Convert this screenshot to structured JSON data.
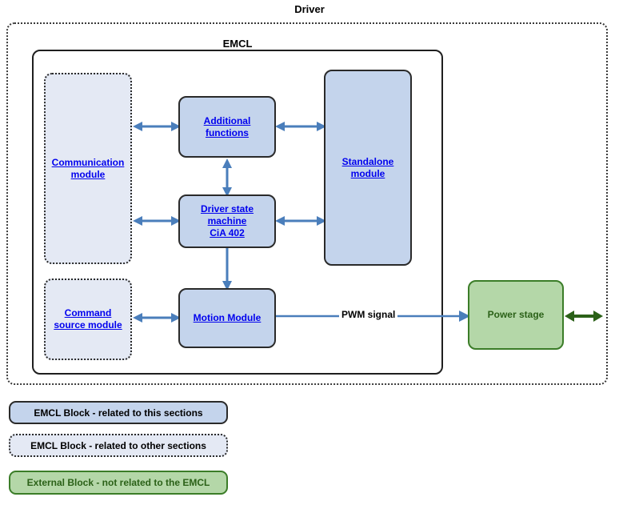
{
  "diagram": {
    "outer_title": "Driver",
    "inner_title": "EMCL",
    "blocks": [
      {
        "id": "communication-module",
        "label": "Communication \nmodule",
        "style": "dotted-blue"
      },
      {
        "id": "command-source-module",
        "label": "Command \nsource module",
        "style": "dotted-blue"
      },
      {
        "id": "additional-functions",
        "label": "Additional \nfunctions",
        "style": "solid-blue"
      },
      {
        "id": "driver-state-machine",
        "label": "Driver state \nmachine \nCiA 402",
        "style": "solid-blue"
      },
      {
        "id": "motion-module",
        "label": "Motion Module",
        "style": "solid-blue"
      },
      {
        "id": "standalone-module",
        "label": "Standalone \nmodule",
        "style": "solid-blue"
      },
      {
        "id": "power-stage",
        "label": "Power stage",
        "style": "solid-green"
      }
    ],
    "edges": [
      {
        "id": "communication-to-additional",
        "label": ""
      },
      {
        "id": "communication-to-statemachine",
        "label": ""
      },
      {
        "id": "additional-to-standalone",
        "label": ""
      },
      {
        "id": "statemachine-to-standalone",
        "label": ""
      },
      {
        "id": "additional-to-statemachine",
        "label": ""
      },
      {
        "id": "statemachine-to-motion",
        "label": ""
      },
      {
        "id": "command-to-motion",
        "label": ""
      },
      {
        "id": "motion-to-powerstage",
        "label": "PWM signal"
      },
      {
        "id": "powerstage-to-external",
        "label": ""
      }
    ],
    "pwm_label": "PWM signal"
  },
  "legend": {
    "items": [
      {
        "id": "legend-emcl-this",
        "label": "EMCL Block - related to this sections",
        "style": "solid-blue"
      },
      {
        "id": "legend-emcl-other",
        "label": "EMCL Block - related to other sections",
        "style": "dotted-blue"
      },
      {
        "id": "legend-external",
        "label": "External Block - not related to the EMCL",
        "style": "solid-green"
      }
    ]
  },
  "colors": {
    "block_blue_fill": "#c4d4ec",
    "block_blue_light_fill": "#e4e9f4",
    "block_green_fill": "#b4d7a8",
    "block_green_border": "#3b7d28",
    "block_border": "#2a2a2a",
    "link_text": "#0000ee",
    "arrow_blue": "#4a7ebb",
    "arrow_green": "#2b6118"
  }
}
